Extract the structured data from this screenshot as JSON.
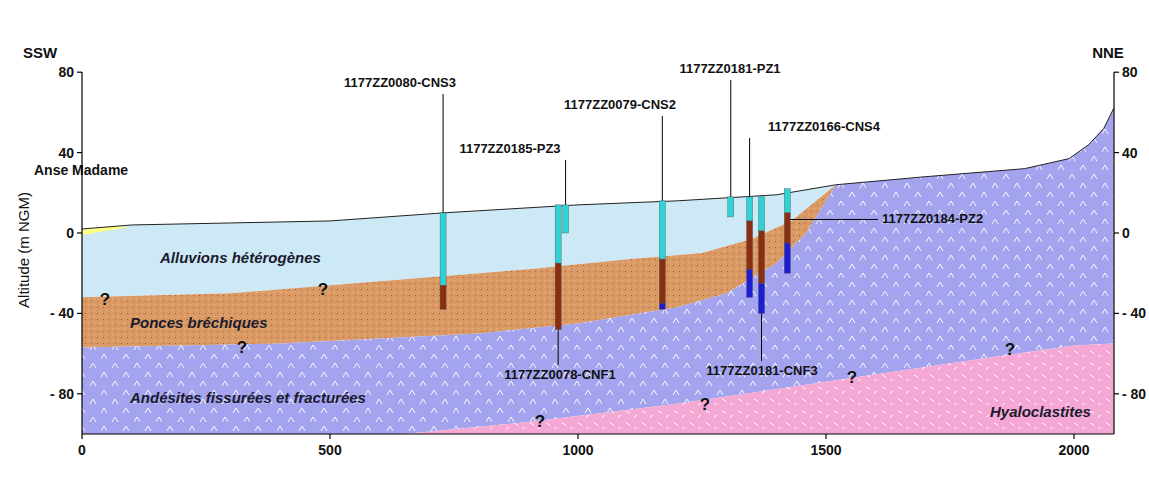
{
  "diagram": {
    "nodes": [
      {
        "text": [
          "Alluvions hétérogènes"
        ]
      },
      {
        "text": [
          "Ponces bréchiques"
        ]
      },
      {
        "text": [
          "Andésites fissurées et fracturées"
        ]
      },
      {
        "text": [
          "Hyaloclastites"
        ]
      }
    ],
    "labels": [
      "SSW",
      "NNE",
      "Altitude (m NGM)",
      "80",
      "40",
      "0",
      "- 40",
      "- 80",
      "80",
      "40",
      "0",
      "- 40",
      "- 80",
      "0",
      "500",
      "1000",
      "1500",
      "2000",
      "Anse Madame",
      "1177ZZ0080-CNS3",
      "1177ZZ0185-PZ3",
      "1177ZZ0079-CNS2",
      "1177ZZ0181-PZ1",
      "1177ZZ0166-CNS4",
      "1177ZZ0184-PZ2",
      "1177ZZ0078-CNF1",
      "1177ZZ0181-CNF3",
      "?",
      "?",
      "?",
      "?",
      "?",
      "?",
      "?"
    ]
  }
}
